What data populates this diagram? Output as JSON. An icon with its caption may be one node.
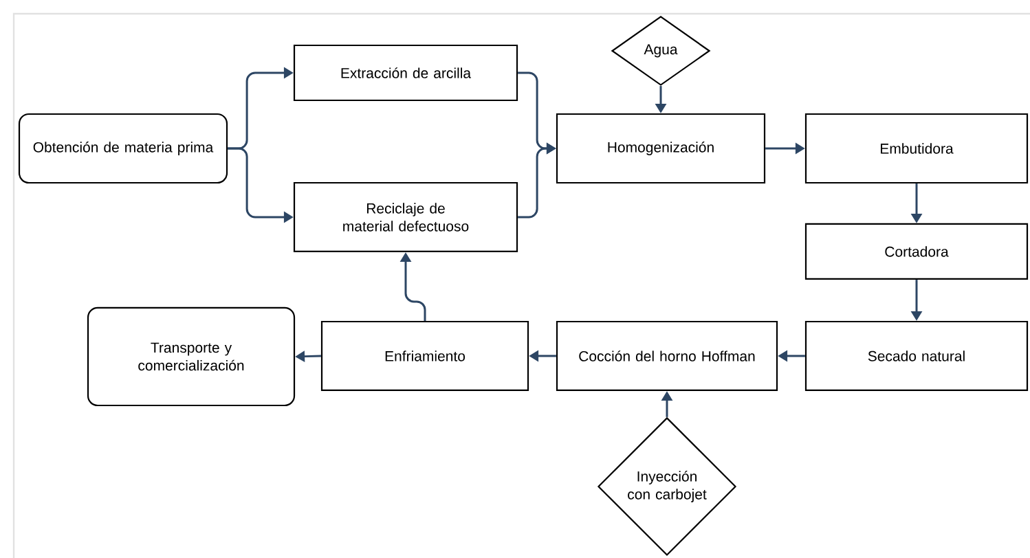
{
  "diagram": {
    "nodes": [
      {
        "text": [
          "Obtención de materia prima"
        ]
      },
      {
        "text": [
          "Extracción de arcilla"
        ]
      },
      {
        "text": [
          "Reciclaje de material defectuoso"
        ]
      },
      {
        "text": [
          "Agua"
        ]
      },
      {
        "text": [
          "Homogenización"
        ]
      },
      {
        "text": [
          "Embutidora"
        ]
      },
      {
        "text": [
          "Cortadora"
        ]
      },
      {
        "text": [
          "Secado natural"
        ]
      },
      {
        "text": [
          "Cocción del horno Hoffman"
        ]
      },
      {
        "text": [
          "Inyección con carbojet"
        ]
      },
      {
        "text": [
          "Enfriamiento"
        ]
      },
      {
        "text": [
          "Transporte y comercialización"
        ]
      }
    ],
    "edges": [
      {
        "from": 0,
        "to": 1,
        "arrow": "to"
      },
      {
        "from": 0,
        "to": 2,
        "arrow": "to"
      },
      {
        "from": 1,
        "to": 4,
        "arrow": "to"
      },
      {
        "from": 2,
        "to": 4,
        "arrow": "to"
      },
      {
        "from": 3,
        "to": 4,
        "arrow": "to"
      },
      {
        "from": 4,
        "to": 5,
        "arrow": "to"
      },
      {
        "from": 5,
        "to": 6,
        "arrow": "to"
      },
      {
        "from": 6,
        "to": 7,
        "arrow": "to"
      },
      {
        "from": 7,
        "to": 8,
        "arrow": "to"
      },
      {
        "from": 9,
        "to": 8,
        "arrow": "to"
      },
      {
        "from": 8,
        "to": 10,
        "arrow": "to"
      },
      {
        "from": 10,
        "to": 11,
        "arrow": "to"
      },
      {
        "from": 10,
        "to": 2,
        "arrow": "to"
      }
    ]
  }
}
